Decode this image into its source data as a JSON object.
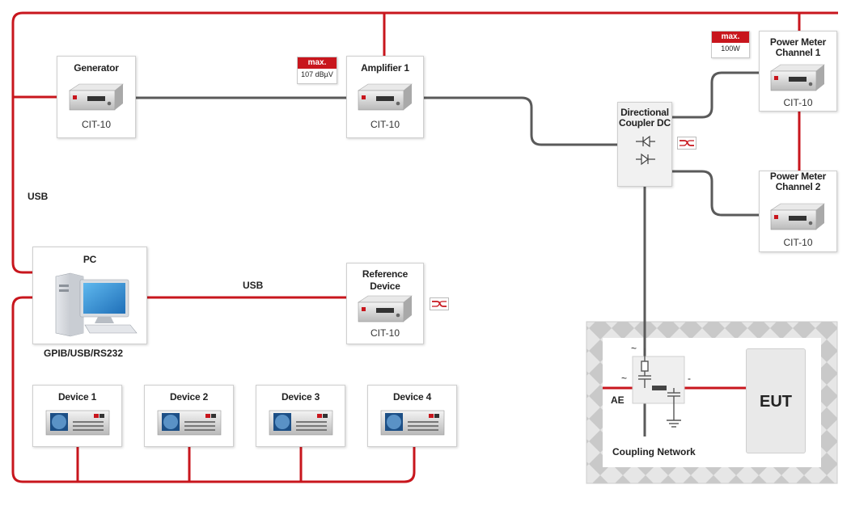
{
  "generator": {
    "title": "Generator",
    "model": "CIT-10"
  },
  "amplifier": {
    "title": "Amplifier 1",
    "model": "CIT-10"
  },
  "amplifier_max": {
    "label": "max.",
    "value": "107 dBµV"
  },
  "power_meter_max": {
    "label": "max.",
    "value": "100W"
  },
  "power_meter_1": {
    "title_line1": "Power Meter",
    "title_line2": "Channel 1",
    "model": "CIT-10"
  },
  "power_meter_2": {
    "title_line1": "Power Meter",
    "title_line2": "Channel 2",
    "model": "CIT-10"
  },
  "coupler": {
    "title_line1": "Directional",
    "title_line2": "Coupler DC"
  },
  "pc": {
    "title": "PC",
    "interface": "GPIB/USB/RS232"
  },
  "reference_device": {
    "title_line1": "Reference",
    "title_line2": "Device",
    "model": "CIT-10"
  },
  "usb_left": "USB",
  "usb_mid": "USB",
  "devices": [
    "Device 1",
    "Device 2",
    "Device 3",
    "Device 4"
  ],
  "coupling_network": {
    "label": "Coupling Network",
    "ae": "AE",
    "eut": "EUT",
    "tilde_top": "~",
    "tilde_left": "~",
    "minus": "-"
  },
  "colors": {
    "usb_line": "#c8161d",
    "rf_line": "#5a5a5a",
    "accent": "#c8161d",
    "box_border": "#cfcfcf"
  }
}
